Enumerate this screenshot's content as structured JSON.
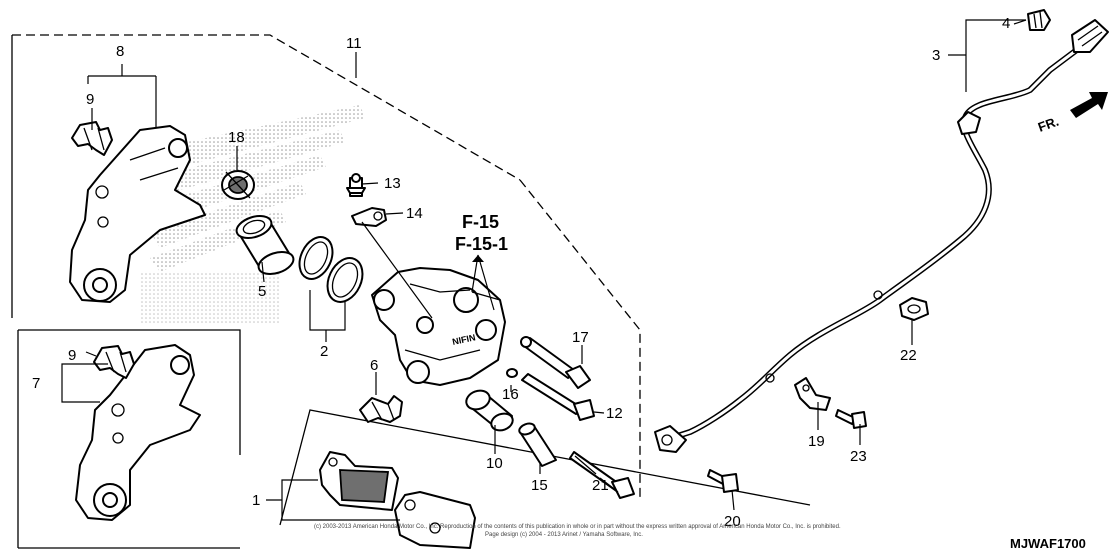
{
  "ref_labels": {
    "r1": "1",
    "r2": "2",
    "r3": "3",
    "r4": "4",
    "r5": "5",
    "r6": "6",
    "r7": "7",
    "r8": "8",
    "r9a": "9",
    "r9b": "9",
    "r10": "10",
    "r11": "11",
    "r12": "12",
    "r13": "13",
    "r14": "14",
    "r15": "15",
    "r16": "16",
    "r17": "17",
    "r18": "18",
    "r19": "19",
    "r20": "20",
    "r21": "21",
    "r22": "22",
    "r23": "23"
  },
  "callouts": {
    "f15": "F-15",
    "f151": "F-15-1"
  },
  "direction_label": "FR.",
  "diagram_code": "MJWAF1700",
  "copyright_lines": [
    "(c) 2003-2013 American Honda Motor Co., Inc. Reproduction of the contents of this publication in whole or in part without the express written approval of American Honda Motor Co., Inc. is prohibited.",
    "Page design (c) 2004 - 2013 Arinet / Yamaha Software, Inc."
  ],
  "caliper_marking": "NIFIN"
}
